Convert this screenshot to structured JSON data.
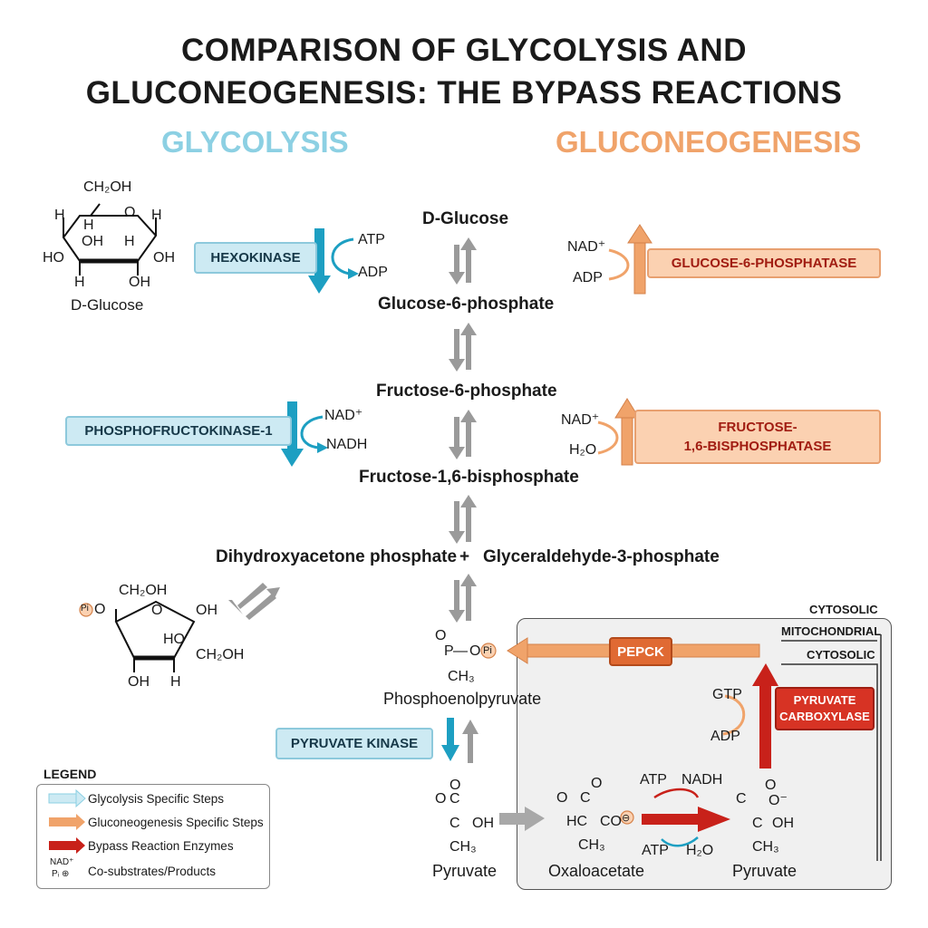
{
  "title": {
    "line1": "COMPARISON OF GLYCOLYSIS AND",
    "line2": "GLUCONEOGENESIS: THE BYPASS REACTIONS"
  },
  "headers": {
    "glycolysis": "GLYCOLYSIS",
    "gluconeogenesis": "GLUCONEOGENESIS"
  },
  "colors": {
    "glycolysis": "#8cd0e3",
    "glycolysis_arrow": "#1d9fc2",
    "gluconeogenesis": "#f0a36a",
    "bypass": "#c8211a",
    "reversible": "#9a9a9a"
  },
  "metabolites": {
    "glucose": "D-Glucose",
    "g6p": "Glucose-6-phosphate",
    "f6p": "Fructose-6-phosphate",
    "f16bp": "Fructose-1,6-bisphosphate",
    "dhap": "Dihydroxyacetone phosphate",
    "plus": "+",
    "g3p": "Glyceraldehyde-3-phosphate",
    "pep": "Phosphoenolpyruvate",
    "pyruvate": "Pyruvate",
    "oxaloacetate": "Oxaloacetate",
    "pyruvate_mito": "Pyruvate"
  },
  "enzymes": {
    "hexokinase": "HEXOKINASE",
    "pfk1": "PHOSPHOFRUCTOKINASE-1",
    "pyruvate_kinase": "PYRUVATE KINASE",
    "g6pase": "GLUCOSE-6-PHOSPHATASE",
    "fbpase": "FRUCTOSE-\n1,6-BISPHOSPHATASE",
    "pepck": "PEPCK",
    "pyruvate_carboxylase": "PYRUVATE\nCARBOXYLASE"
  },
  "cofactors": {
    "hk_in": "ATP",
    "hk_out": "ADP",
    "pfk_in": "NAD⁺",
    "pfk_out": "NADH",
    "g6pase_in": "NAD⁺",
    "g6pase_out": "ADP",
    "fbpase_in": "NAD⁺",
    "fbpase_out": "H₂O",
    "pc_in": "GTP",
    "pc_out": "ADP",
    "oaa_top_left": "ATP",
    "oaa_top_right": "NADH",
    "oaa_bottom_left": "ATP",
    "oaa_bottom_right": "H₂O"
  },
  "structures": {
    "glucose_label": "D-Glucose",
    "glucose": {
      "ch2oh": "CH₂OH",
      "h1": "H",
      "h2": "H",
      "o": "O",
      "h3": "H",
      "oh1": "OH",
      "h4": "H",
      "ho": "HO",
      "oh2": "OH",
      "h5": "H",
      "oh3": "OH"
    },
    "fructose": {
      "p": "Pi",
      "o1": "O",
      "ch2oh": "CH₂OH",
      "o": "O",
      "oh1": "OH",
      "ho": "HO",
      "ch2oh2": "CH₂OH",
      "oh2": "OH",
      "h": "H"
    },
    "pep": {
      "o": "O",
      "p": "P",
      "dash": "—",
      "o2": "O",
      "pi": "Pi",
      "ch3": "CH₃"
    },
    "pyruvate": {
      "o": "O",
      "c": "C",
      "o2": "O",
      "c2": "C",
      "oh": "OH",
      "ch3": "CH₃"
    },
    "oaa": {
      "o": "O",
      "c": "C",
      "o2": "O",
      "hc": "HC",
      "co": "CO",
      "minus": "⊖",
      "ch3": "CH₃"
    },
    "pyr2": {
      "o": "O",
      "c": "C",
      "o2": "O⁻",
      "c2": "C",
      "oh": "OH",
      "ch3": "CH₃"
    }
  },
  "compartments": {
    "cytosolic_top": "CYTOSOLIC",
    "mitochondrial": "MITOCHONDRIAL",
    "cytosolic_inner": "CYTOSOLIC"
  },
  "legend": {
    "title": "LEGEND",
    "items": [
      "Glycolysis Specific Steps",
      "Gluconeogenesis Specific Steps",
      "Bypass Reaction Enzymes",
      "Co-substrates/Products"
    ],
    "cosub_icon_top": "NAD⁺",
    "cosub_icon_bottom": "Pᵢ ⊕"
  }
}
